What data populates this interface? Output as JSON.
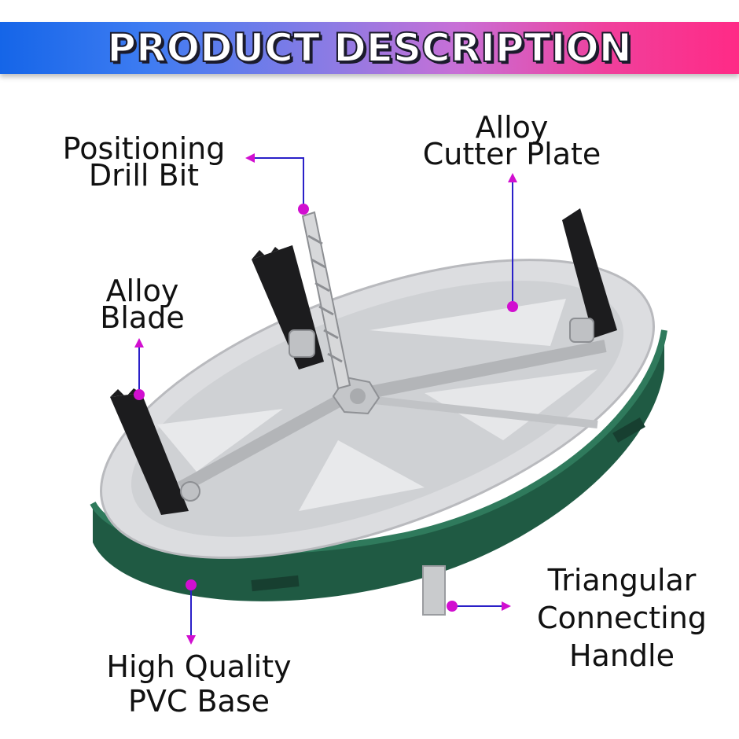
{
  "banner": {
    "title": "PRODUCT DESCRIPTION"
  },
  "callouts": {
    "drill_bit": {
      "line1": "Positioning",
      "line2": "Drill Bit"
    },
    "cutter_plate": {
      "line1": "Alloy",
      "line2": "Cutter Plate"
    },
    "blade": {
      "line1": "Alloy",
      "line2": "Blade"
    },
    "handle": {
      "line1": "Triangular",
      "line2": "Connecting",
      "line3": "Handle"
    },
    "base": {
      "line1": "High Quality",
      "line2": "PVC Base"
    }
  },
  "colors": {
    "callout_line": "#2a20c8",
    "callout_dot": "#d10fd0",
    "base_green": "#1f5a43",
    "plate_silver": "#d9dadc"
  }
}
